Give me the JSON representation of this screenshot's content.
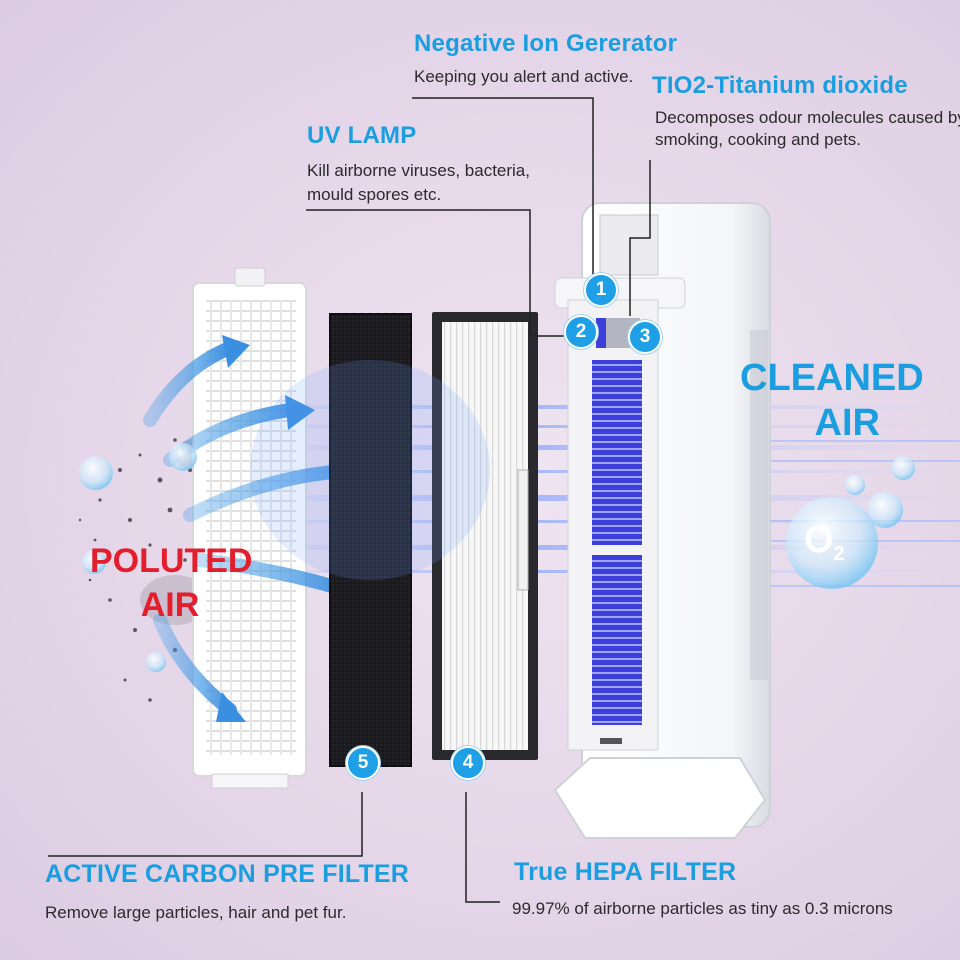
{
  "features": {
    "ion": {
      "number": "1",
      "title": "Negative Ion Gererator",
      "desc": "Keeping you alert and active."
    },
    "uv": {
      "number": "2",
      "title": "UV LAMP",
      "desc_line1": "Kill airborne viruses, bacteria,",
      "desc_line2": "mould spores etc."
    },
    "tio2": {
      "number": "3",
      "title": "TIO2-Titanium dioxide",
      "desc_line1": "Decomposes odour molecules caused by",
      "desc_line2": "smoking, cooking and pets."
    },
    "hepa": {
      "number": "4",
      "title": "True HEPA FILTER",
      "desc": "99.97% of airborne particles as tiny as 0.3 microns"
    },
    "carbon": {
      "number": "5",
      "title": "ACTIVE CARBON PRE FILTER",
      "desc": "Remove large particles, hair and pet fur."
    }
  },
  "labels": {
    "polluted_line1": "POLUTED",
    "polluted_line2": "AIR",
    "cleaned_line1": "CLEANED",
    "cleaned_line2": "AIR",
    "o2_letter": "O",
    "o2_sub": "2"
  },
  "colors": {
    "accent_blue": "#1a9ee0",
    "alert_red": "#e31e2d",
    "background": "#e6d9ea"
  }
}
